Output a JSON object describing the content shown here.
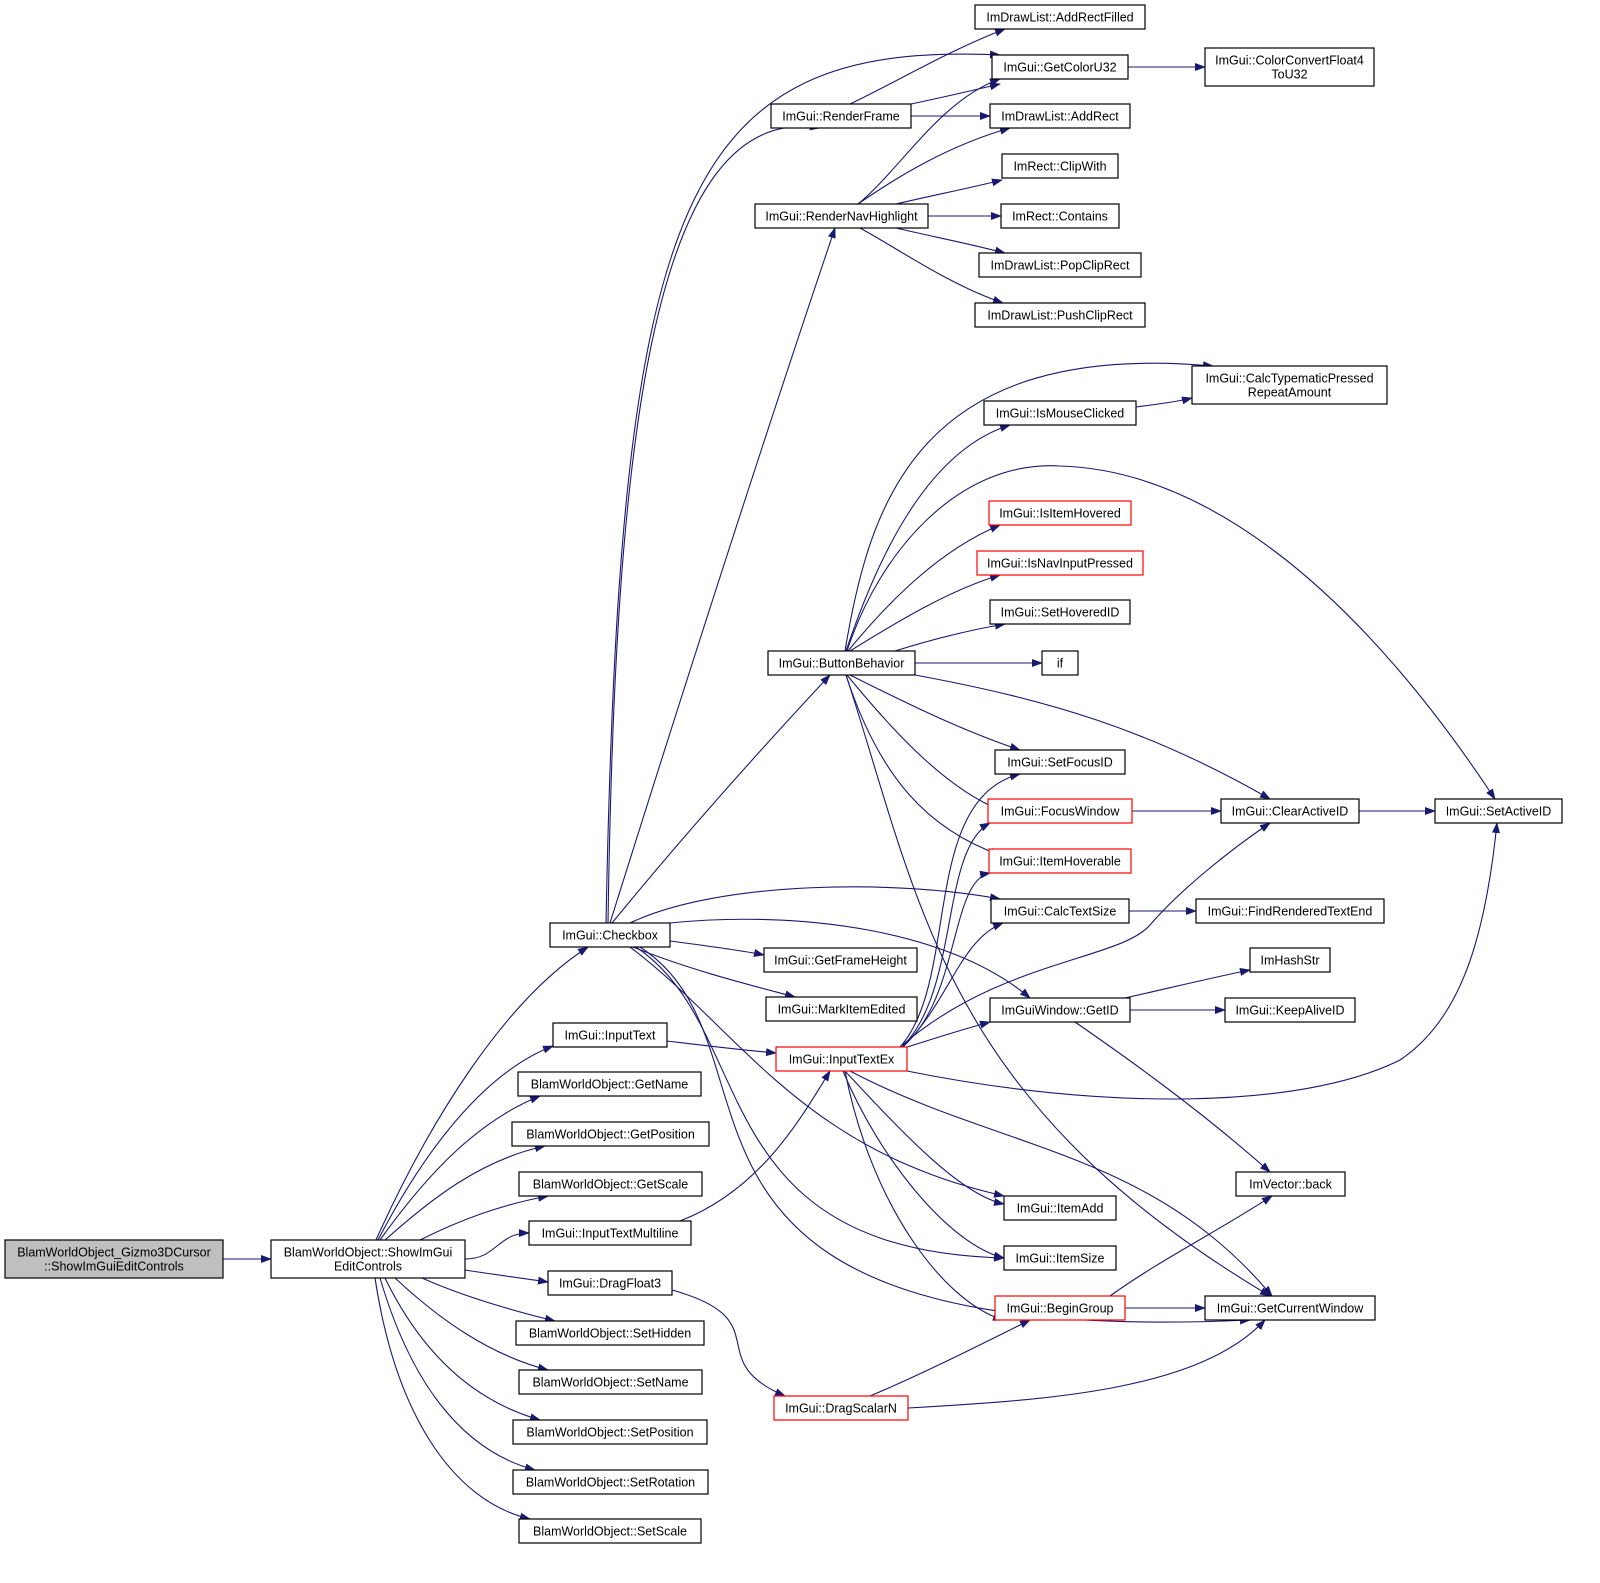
{
  "graph": {
    "type": "call-graph",
    "colors": {
      "edge": "#191970",
      "node_border": "#000000",
      "node_border_truncated": "#ff0000",
      "node_fill": "#ffffff",
      "root_fill": "#bfbfbf"
    },
    "nodes": [
      {
        "id": "root",
        "lines": [
          "BlamWorldObject_Gizmo3DCursor",
          "::ShowImGuiEditControls"
        ],
        "root": true
      },
      {
        "id": "showimgui",
        "lines": [
          "BlamWorldObject::ShowImGui",
          "EditControls"
        ]
      },
      {
        "id": "checkbox",
        "lines": [
          "ImGui::Checkbox"
        ]
      },
      {
        "id": "inputtext",
        "lines": [
          "ImGui::InputText"
        ]
      },
      {
        "id": "getname",
        "lines": [
          "BlamWorldObject::GetName"
        ]
      },
      {
        "id": "getposition",
        "lines": [
          "BlamWorldObject::GetPosition"
        ]
      },
      {
        "id": "getscale",
        "lines": [
          "BlamWorldObject::GetScale"
        ]
      },
      {
        "id": "inputtextmultiline",
        "lines": [
          "ImGui::InputTextMultiline"
        ]
      },
      {
        "id": "dragfloat3",
        "lines": [
          "ImGui::DragFloat3"
        ]
      },
      {
        "id": "sethidden",
        "lines": [
          "BlamWorldObject::SetHidden"
        ]
      },
      {
        "id": "setname",
        "lines": [
          "BlamWorldObject::SetName"
        ]
      },
      {
        "id": "setposition",
        "lines": [
          "BlamWorldObject::SetPosition"
        ]
      },
      {
        "id": "setrotation",
        "lines": [
          "BlamWorldObject::SetRotation"
        ]
      },
      {
        "id": "setscale",
        "lines": [
          "BlamWorldObject::SetScale"
        ]
      },
      {
        "id": "renderframe",
        "lines": [
          "ImGui::RenderFrame"
        ]
      },
      {
        "id": "rendernavhighlight",
        "lines": [
          "ImGui::RenderNavHighlight"
        ]
      },
      {
        "id": "buttonbehavior",
        "lines": [
          "ImGui::ButtonBehavior"
        ]
      },
      {
        "id": "getframeheight",
        "lines": [
          "ImGui::GetFrameHeight"
        ]
      },
      {
        "id": "markitemedited",
        "lines": [
          "ImGui::MarkItemEdited"
        ]
      },
      {
        "id": "inputtextex",
        "lines": [
          "ImGui::InputTextEx"
        ],
        "truncated": true
      },
      {
        "id": "dragscalarn",
        "lines": [
          "ImGui::DragScalarN"
        ],
        "truncated": true
      },
      {
        "id": "addrectfilled",
        "lines": [
          "ImDrawList::AddRectFilled"
        ]
      },
      {
        "id": "getcoloru32",
        "lines": [
          "ImGui::GetColorU32"
        ]
      },
      {
        "id": "addrect",
        "lines": [
          "ImDrawList::AddRect"
        ]
      },
      {
        "id": "clipwith",
        "lines": [
          "ImRect::ClipWith"
        ]
      },
      {
        "id": "contains",
        "lines": [
          "ImRect::Contains"
        ]
      },
      {
        "id": "popcliprect",
        "lines": [
          "ImDrawList::PopClipRect"
        ]
      },
      {
        "id": "pushcliprect",
        "lines": [
          "ImDrawList::PushClipRect"
        ]
      },
      {
        "id": "ismouseclicked",
        "lines": [
          "ImGui::IsMouseClicked"
        ]
      },
      {
        "id": "isitemhovered",
        "lines": [
          "ImGui::IsItemHovered"
        ],
        "truncated": true
      },
      {
        "id": "isnavinputpressed",
        "lines": [
          "ImGui::IsNavInputPressed"
        ],
        "truncated": true
      },
      {
        "id": "sethoveredid",
        "lines": [
          "ImGui::SetHoveredID"
        ]
      },
      {
        "id": "if",
        "lines": [
          "if"
        ]
      },
      {
        "id": "setfocusid",
        "lines": [
          "ImGui::SetFocusID"
        ]
      },
      {
        "id": "focuswindow",
        "lines": [
          "ImGui::FocusWindow"
        ],
        "truncated": true
      },
      {
        "id": "itemhoverable",
        "lines": [
          "ImGui::ItemHoverable"
        ],
        "truncated": true
      },
      {
        "id": "calctextsize",
        "lines": [
          "ImGui::CalcTextSize"
        ]
      },
      {
        "id": "getid",
        "lines": [
          "ImGuiWindow::GetID"
        ]
      },
      {
        "id": "itemadd",
        "lines": [
          "ImGui::ItemAdd"
        ]
      },
      {
        "id": "itemsize",
        "lines": [
          "ImGui::ItemSize"
        ]
      },
      {
        "id": "begingroup",
        "lines": [
          "ImGui::BeginGroup"
        ],
        "truncated": true
      },
      {
        "id": "colorconvert",
        "lines": [
          "ImGui::ColorConvertFloat4",
          "ToU32"
        ]
      },
      {
        "id": "calctypematic",
        "lines": [
          "ImGui::CalcTypematicPressed",
          "RepeatAmount"
        ]
      },
      {
        "id": "clearactiveid",
        "lines": [
          "ImGui::ClearActiveID"
        ]
      },
      {
        "id": "findrenderedtextend",
        "lines": [
          "ImGui::FindRenderedTextEnd"
        ]
      },
      {
        "id": "imhashstr",
        "lines": [
          "ImHashStr"
        ]
      },
      {
        "id": "keepaliveid",
        "lines": [
          "ImGui::KeepAliveID"
        ]
      },
      {
        "id": "imvectorback",
        "lines": [
          "ImVector::back"
        ]
      },
      {
        "id": "getcurrentwindow",
        "lines": [
          "ImGui::GetCurrentWindow"
        ]
      },
      {
        "id": "setactiveid",
        "lines": [
          "ImGui::SetActiveID"
        ]
      }
    ],
    "edges": [
      [
        "root",
        "showimgui"
      ],
      [
        "showimgui",
        "checkbox"
      ],
      [
        "showimgui",
        "inputtext"
      ],
      [
        "showimgui",
        "getname"
      ],
      [
        "showimgui",
        "getposition"
      ],
      [
        "showimgui",
        "getscale"
      ],
      [
        "showimgui",
        "inputtextmultiline"
      ],
      [
        "showimgui",
        "dragfloat3"
      ],
      [
        "showimgui",
        "sethidden"
      ],
      [
        "showimgui",
        "setname"
      ],
      [
        "showimgui",
        "setposition"
      ],
      [
        "showimgui",
        "setrotation"
      ],
      [
        "showimgui",
        "setscale"
      ],
      [
        "checkbox",
        "renderframe"
      ],
      [
        "checkbox",
        "getcoloru32"
      ],
      [
        "checkbox",
        "rendernavhighlight"
      ],
      [
        "checkbox",
        "buttonbehavior"
      ],
      [
        "checkbox",
        "calctextsize"
      ],
      [
        "checkbox",
        "getid"
      ],
      [
        "checkbox",
        "getframeheight"
      ],
      [
        "checkbox",
        "markitemedited"
      ],
      [
        "checkbox",
        "itemadd"
      ],
      [
        "checkbox",
        "itemsize"
      ],
      [
        "checkbox",
        "getcurrentwindow"
      ],
      [
        "inputtext",
        "inputtextex"
      ],
      [
        "inputtextmultiline",
        "inputtextex"
      ],
      [
        "dragfloat3",
        "dragscalarn"
      ],
      [
        "renderframe",
        "addrectfilled"
      ],
      [
        "renderframe",
        "getcoloru32"
      ],
      [
        "renderframe",
        "addrect"
      ],
      [
        "rendernavhighlight",
        "getcoloru32"
      ],
      [
        "rendernavhighlight",
        "addrect"
      ],
      [
        "rendernavhighlight",
        "clipwith"
      ],
      [
        "rendernavhighlight",
        "contains"
      ],
      [
        "rendernavhighlight",
        "popcliprect"
      ],
      [
        "rendernavhighlight",
        "pushcliprect"
      ],
      [
        "getcoloru32",
        "colorconvert"
      ],
      [
        "buttonbehavior",
        "calctypematic"
      ],
      [
        "buttonbehavior",
        "ismouseclicked"
      ],
      [
        "buttonbehavior",
        "setactiveid"
      ],
      [
        "buttonbehavior",
        "isitemhovered"
      ],
      [
        "buttonbehavior",
        "isnavinputpressed"
      ],
      [
        "buttonbehavior",
        "sethoveredid"
      ],
      [
        "buttonbehavior",
        "if"
      ],
      [
        "buttonbehavior",
        "setfocusid"
      ],
      [
        "buttonbehavior",
        "clearactiveid"
      ],
      [
        "buttonbehavior",
        "focuswindow"
      ],
      [
        "buttonbehavior",
        "itemhoverable"
      ],
      [
        "buttonbehavior",
        "getcurrentwindow"
      ],
      [
        "ismouseclicked",
        "calctypematic"
      ],
      [
        "inputtextex",
        "setfocusid"
      ],
      [
        "inputtextex",
        "focuswindow"
      ],
      [
        "inputtextex",
        "itemhoverable"
      ],
      [
        "inputtextex",
        "calctextsize"
      ],
      [
        "inputtextex",
        "getid"
      ],
      [
        "inputtextex",
        "clearactiveid"
      ],
      [
        "inputtextex",
        "setactiveid"
      ],
      [
        "inputtextex",
        "itemadd"
      ],
      [
        "inputtextex",
        "itemsize"
      ],
      [
        "inputtextex",
        "begingroup"
      ],
      [
        "inputtextex",
        "getcurrentwindow"
      ],
      [
        "dragscalarn",
        "begingroup"
      ],
      [
        "dragscalarn",
        "getcurrentwindow"
      ],
      [
        "focuswindow",
        "clearactiveid"
      ],
      [
        "clearactiveid",
        "setactiveid"
      ],
      [
        "calctextsize",
        "findrenderedtextend"
      ],
      [
        "getid",
        "imhashstr"
      ],
      [
        "getid",
        "keepaliveid"
      ],
      [
        "getid",
        "imvectorback"
      ],
      [
        "begingroup",
        "getcurrentwindow"
      ],
      [
        "begingroup",
        "imvectorback"
      ]
    ]
  }
}
